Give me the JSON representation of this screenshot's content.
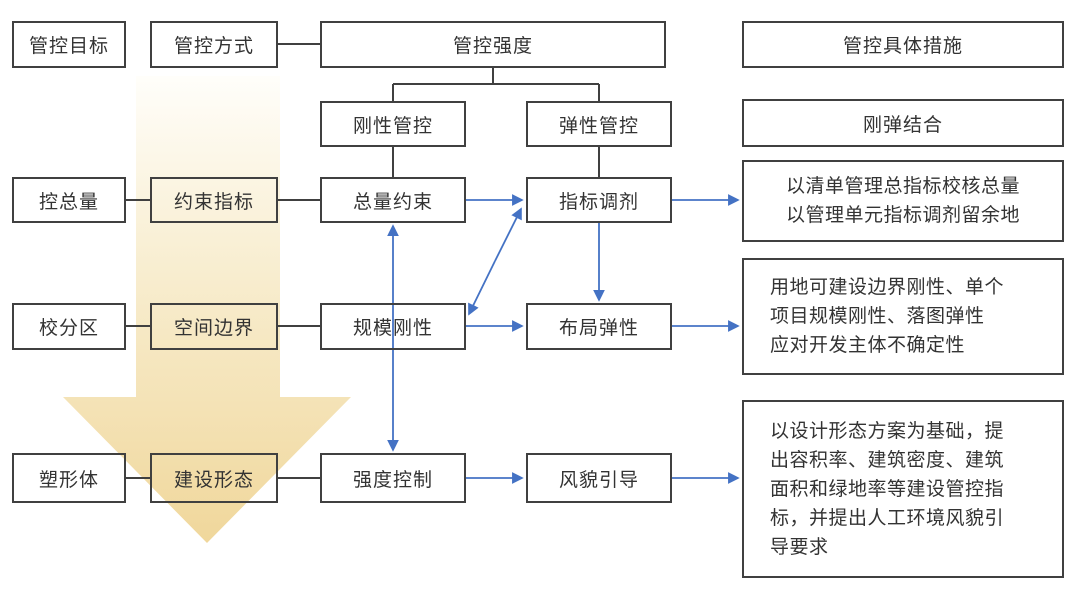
{
  "diagram": {
    "headers": {
      "goal": "管控目标",
      "mode": "管控方式",
      "strength": "管控强度",
      "measures": "管控具体措施"
    },
    "strength_types": {
      "rigid": "刚性管控",
      "flexible": "弹性管控",
      "combined": "刚弹结合"
    },
    "rows": [
      {
        "goal": "控总量",
        "mode": "约束指标",
        "rigid": "总量约束",
        "flexible": "指标调剂",
        "measure": "以清单管理总指标校核总量\n以管理单元指标调剂留余地"
      },
      {
        "goal": "校分区",
        "mode": "空间边界",
        "rigid": "规模刚性",
        "flexible": "布局弹性",
        "measure": "用地可建设边界刚性、单个\n项目规模刚性、落图弹性\n应对开发主体不确定性"
      },
      {
        "goal": "塑形体",
        "mode": "建设形态",
        "rigid": "强度控制",
        "flexible": "风貌引导",
        "measure": "以设计形态方案为基础，提\n出容积率、建筑密度、建筑\n面积和绿地率等建设管控指\n标，并提出人工环境风貌引\n导要求"
      }
    ],
    "colors": {
      "box_border": "#404040",
      "arrow_blue": "#4472C4",
      "flow_arrow_top": "#FFFEFA",
      "flow_arrow_bottom": "#F0D79B",
      "text": "#333333"
    }
  }
}
